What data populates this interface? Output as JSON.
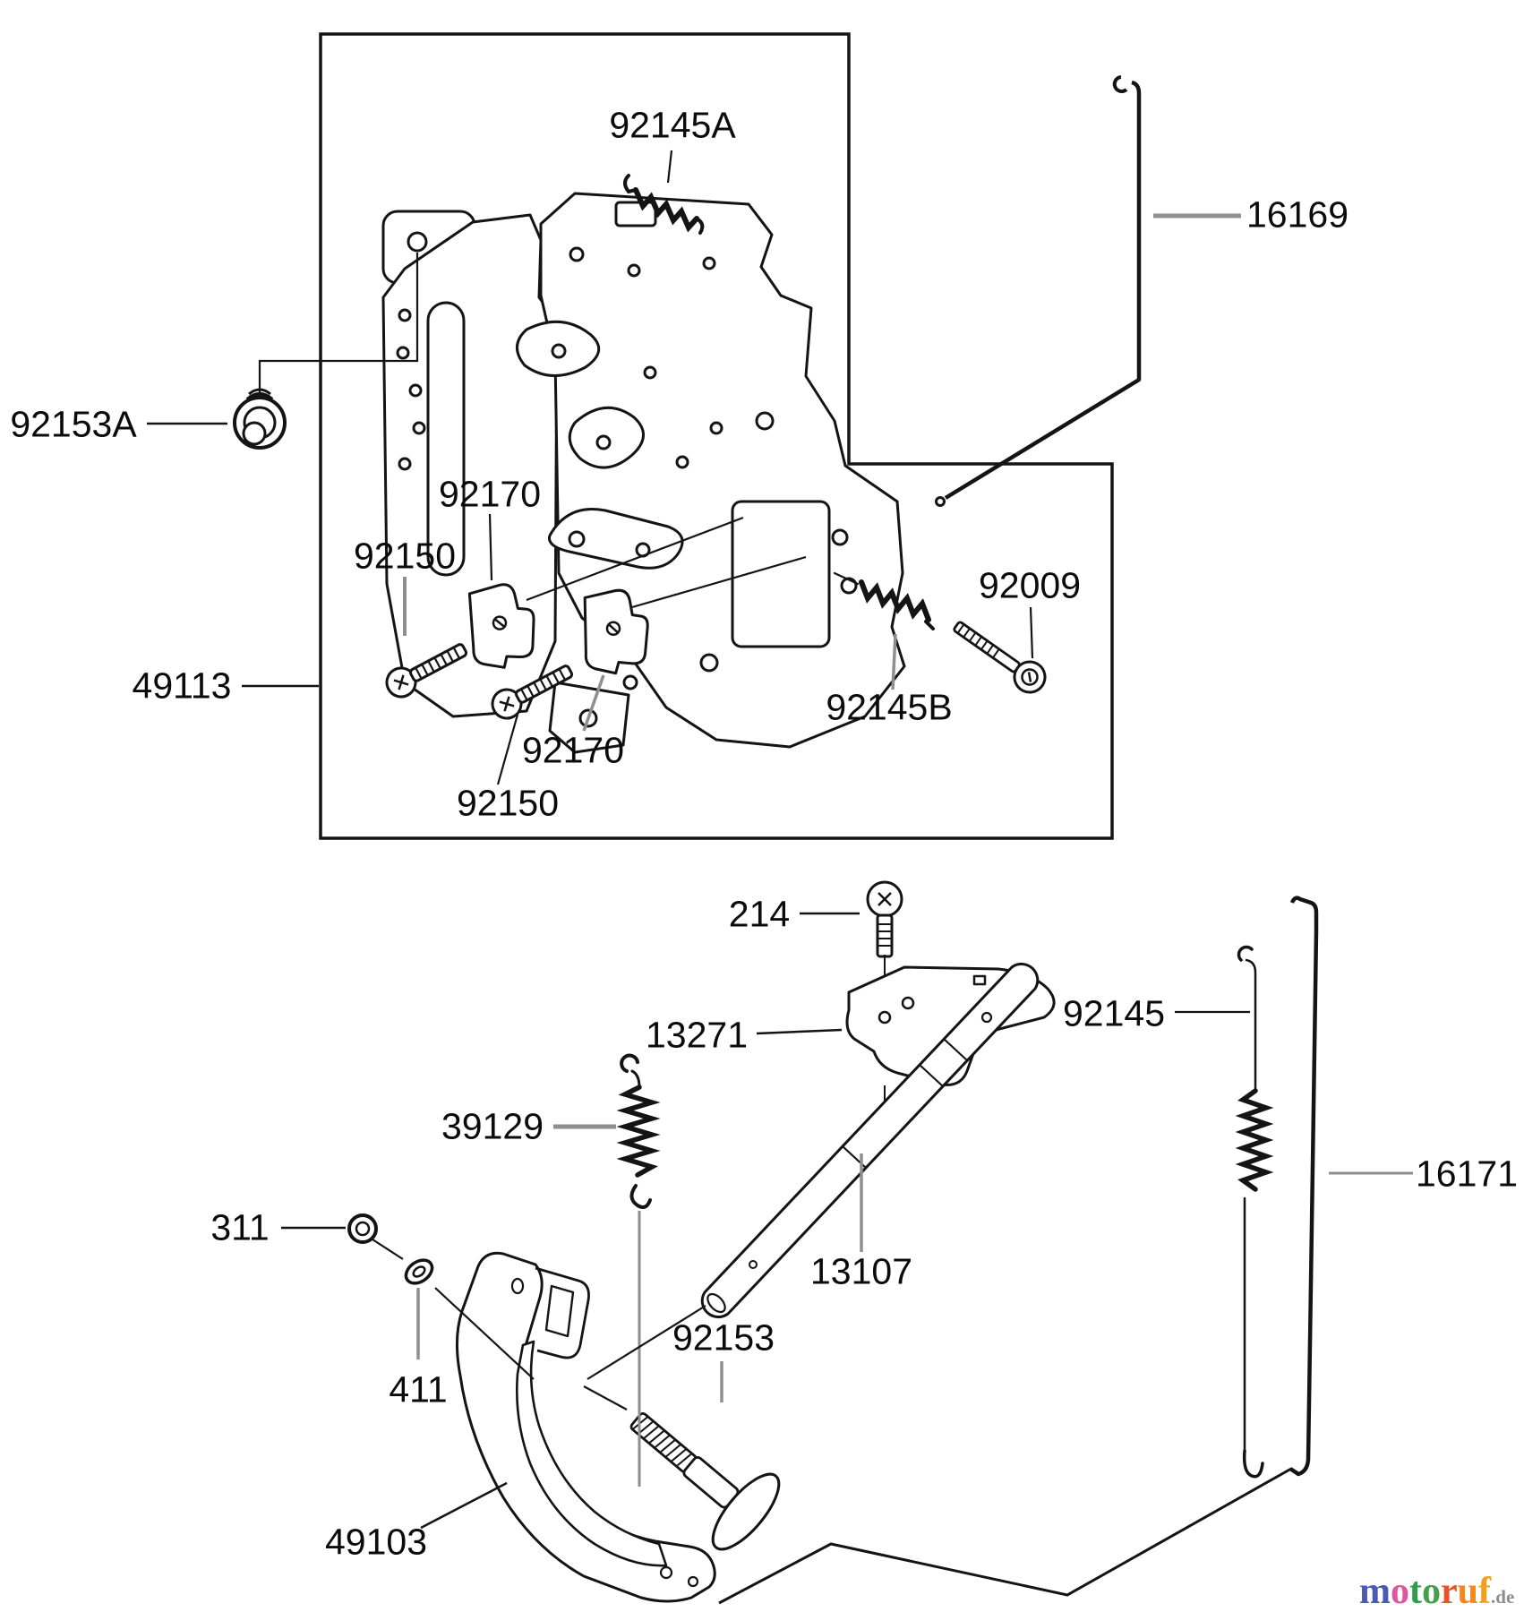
{
  "labels": [
    {
      "id": "92145A",
      "text": "92145A"
    },
    {
      "id": "16169",
      "text": "16169"
    },
    {
      "id": "92153A",
      "text": "92153A"
    },
    {
      "id": "49113",
      "text": "49113"
    },
    {
      "id": "92170-top",
      "text": "92170"
    },
    {
      "id": "92150-top",
      "text": "92150"
    },
    {
      "id": "92170-bottom",
      "text": "92170"
    },
    {
      "id": "92150-bottom",
      "text": "92150"
    },
    {
      "id": "92145B",
      "text": "92145B"
    },
    {
      "id": "92009",
      "text": "92009"
    },
    {
      "id": "214",
      "text": "214"
    },
    {
      "id": "13271",
      "text": "13271"
    },
    {
      "id": "92145",
      "text": "92145"
    },
    {
      "id": "39129",
      "text": "39129"
    },
    {
      "id": "311",
      "text": "311"
    },
    {
      "id": "411",
      "text": "411"
    },
    {
      "id": "13107",
      "text": "13107"
    },
    {
      "id": "16171",
      "text": "16171"
    },
    {
      "id": "92153",
      "text": "92153"
    },
    {
      "id": "49103",
      "text": "49103"
    }
  ],
  "watermark": {
    "letters": [
      {
        "ch": "m",
        "color": "#4a5bb5"
      },
      {
        "ch": "o",
        "color": "#e0559e"
      },
      {
        "ch": "t",
        "color": "#2f9e44"
      },
      {
        "ch": "o",
        "color": "#46a049"
      },
      {
        "ch": "r",
        "color": "#e2542b"
      },
      {
        "ch": "u",
        "color": "#ef8a1f"
      },
      {
        "ch": "f",
        "color": "#f0a11c"
      }
    ],
    "tld": ".de",
    "tld_color": "#8d8d8d"
  },
  "colors": {
    "line": "#141414",
    "leader_gray": "#8f8f8f",
    "background": "#ffffff",
    "label_text": "#0b0b0b"
  }
}
